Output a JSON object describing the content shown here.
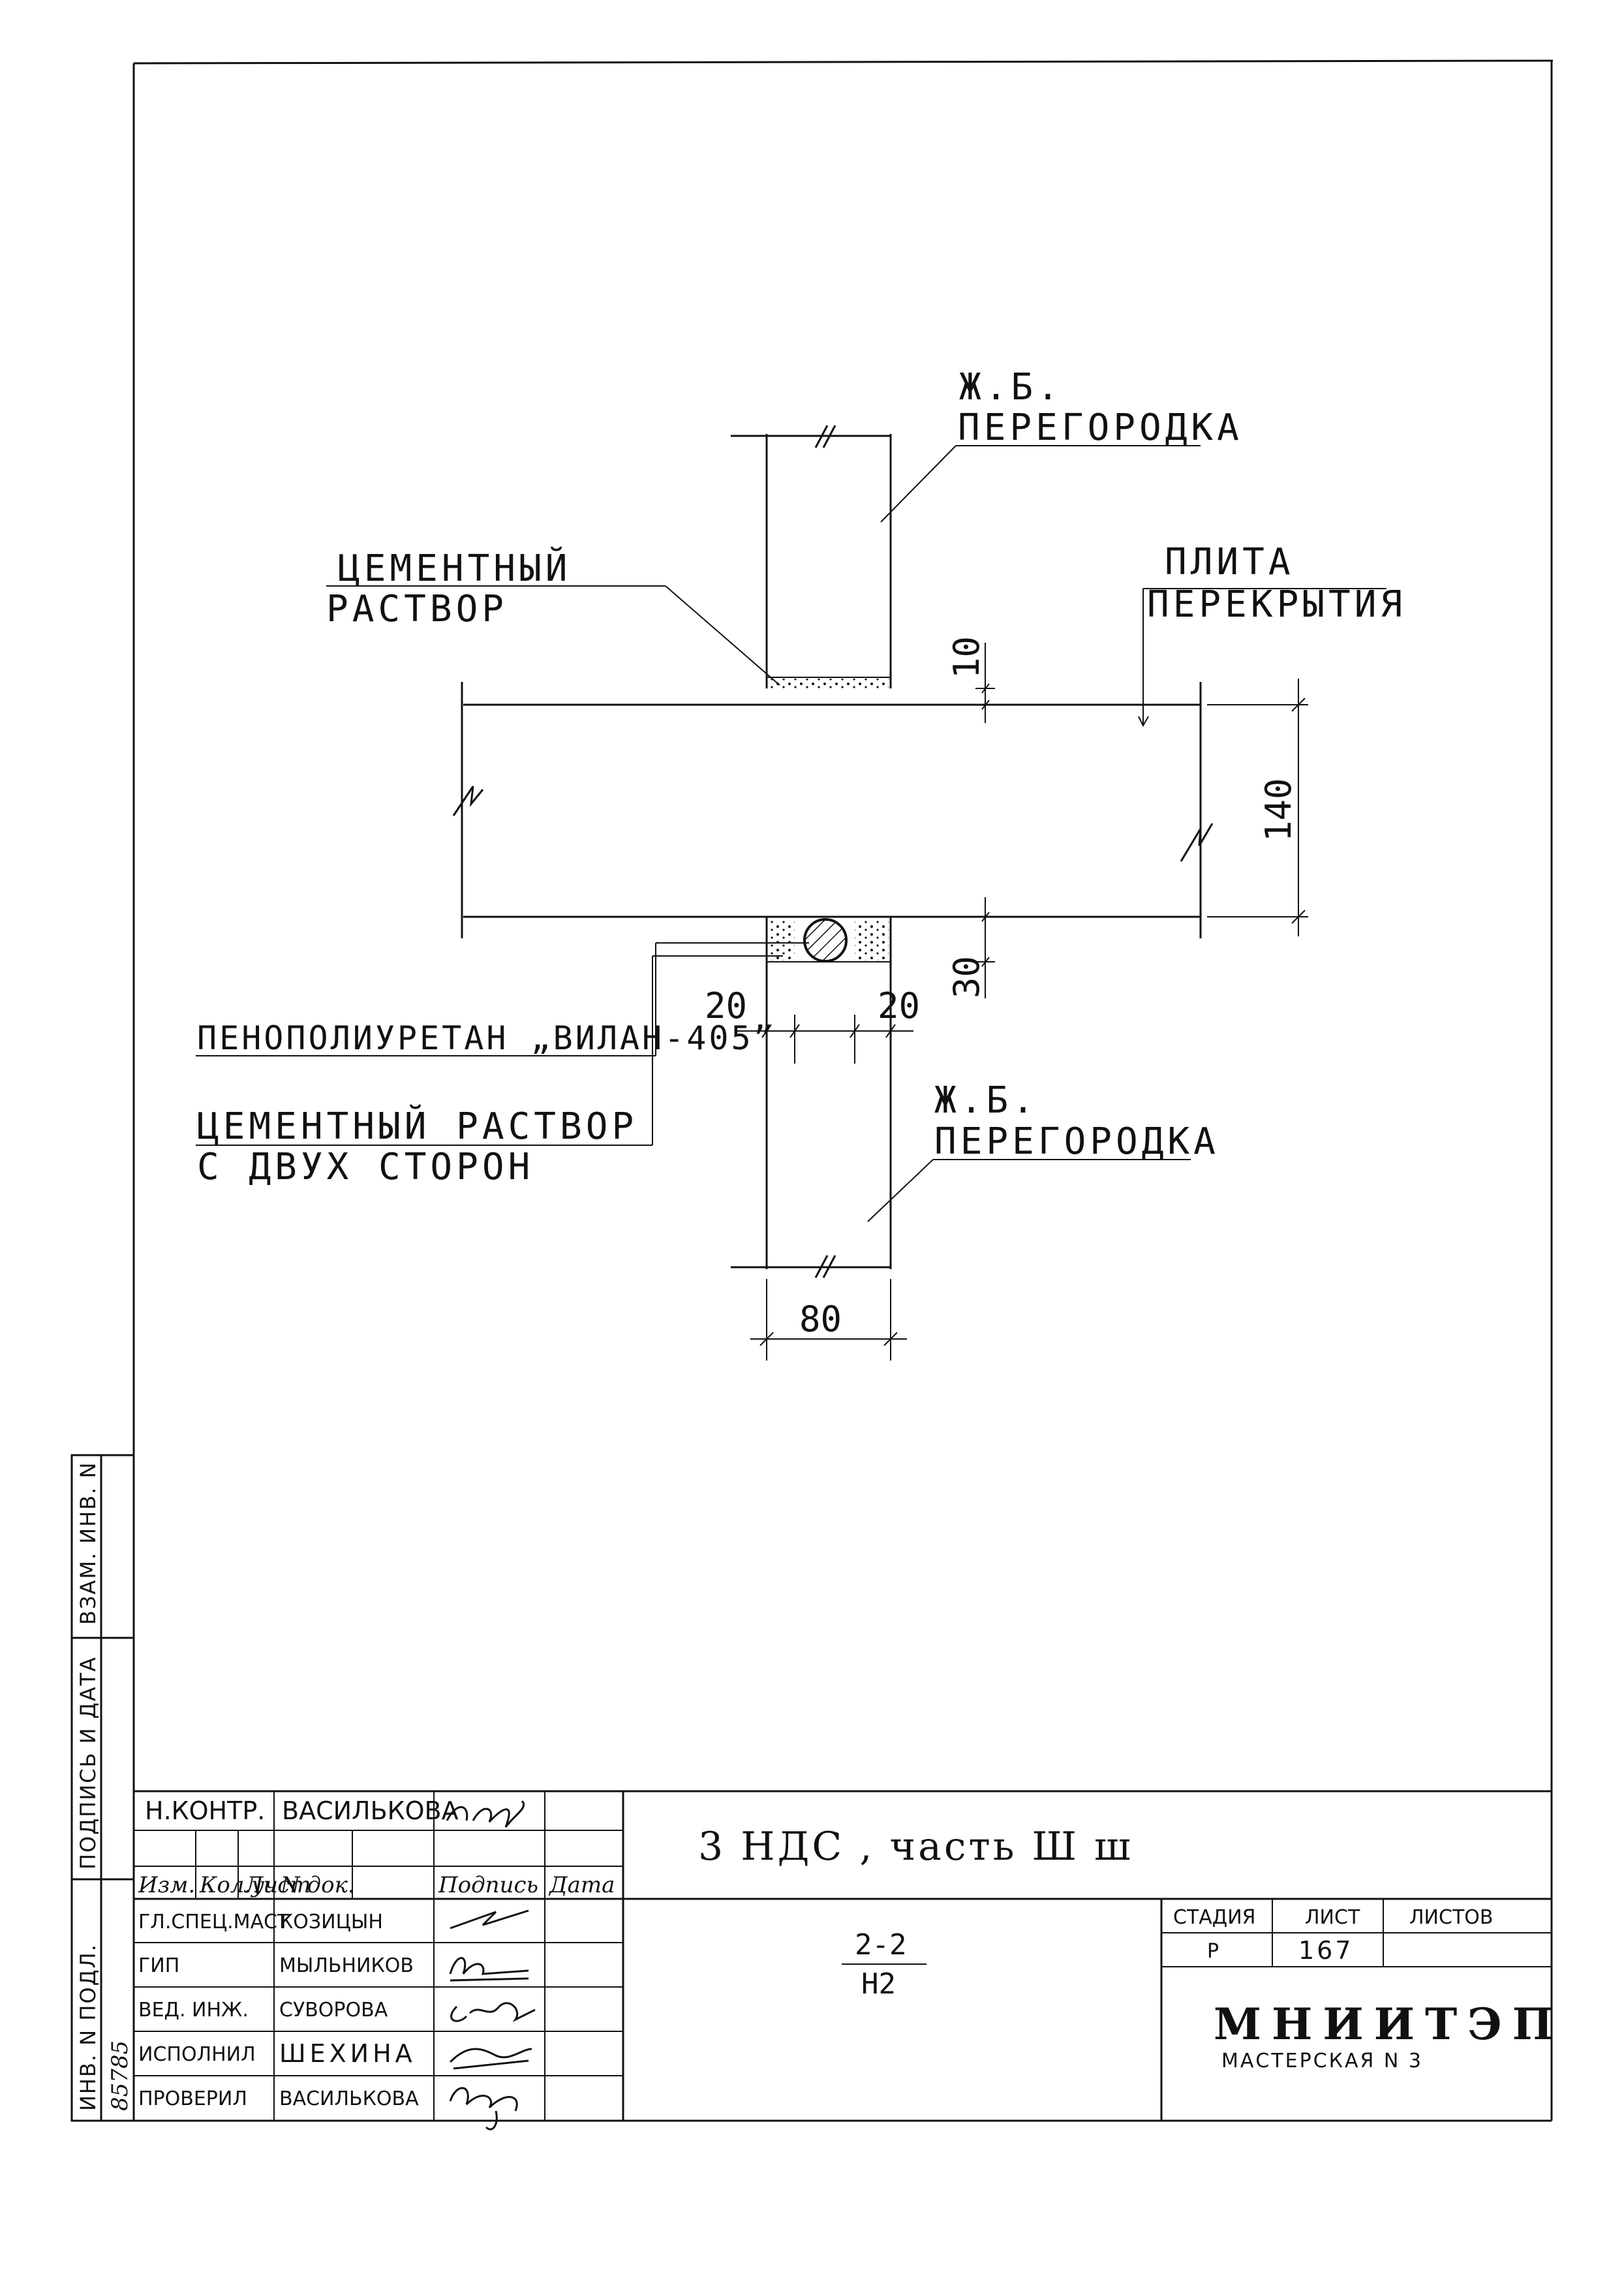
{
  "drawing": {
    "labels": {
      "top_partition_1": "Ж.Б.",
      "top_partition_2": "ПЕРЕГОРОДКА",
      "cement_top_1": "ЦЕМЕНТНЫЙ",
      "cement_top_2": "РАСТВОР",
      "slab_1": "ПЛИТА",
      "slab_2": "ПЕРЕКРЫТИЯ",
      "foam": "ПЕНОПОЛИУРЕТАН „ВИЛАН-405”",
      "cement_bottom_1": "ЦЕМЕНТНЫЙ РАСТВОР",
      "cement_bottom_2": "С ДВУХ СТОРОН",
      "bottom_partition_1": "Ж.Б.",
      "bottom_partition_2": "ПЕРЕГОРОДКА"
    },
    "dimensions": {
      "gap_top": "10",
      "slab_thickness": "140",
      "gap_bottom": "30",
      "side_left": "20",
      "side_right": "20",
      "wall_width": "80"
    }
  },
  "side_stamp": {
    "inv_sub": "ИНВ. N ПОДЛ.",
    "sign_date": "ПОДПИСЬ И ДАТА",
    "vzam": "ВЗАМ. ИНВ. N",
    "inv_number": "85785"
  },
  "title_block": {
    "header_row": {
      "role": "Н.КОНТР.",
      "name": "ВАСИЛЬКОВА"
    },
    "columns": [
      "Изм.",
      "Кол.уч",
      "Лист",
      "N док.",
      "Подпись",
      "Дата"
    ],
    "rows": [
      {
        "role": "ГЛ.СПЕЦ.МАСТ",
        "name": "КОЗИЦЫН"
      },
      {
        "role": "ГИП",
        "name": "МЫЛЬНИКОВ"
      },
      {
        "role": "ВЕД. ИНЖ.",
        "name": "СУВОРОВА"
      },
      {
        "role": "ИСПОЛНИЛ",
        "name": "ШЕХИНА"
      },
      {
        "role": "ПРОВЕРИЛ",
        "name": "ВАСИЛЬКОВА"
      }
    ],
    "project_title": "3 НДС , часть Ш ш",
    "section_numerator": "2-2",
    "section_denominator": "Н2",
    "stage_header": "СТАДИЯ",
    "sheet_header": "ЛИСТ",
    "sheets_header": "ЛИСТОВ",
    "stage": "Р",
    "sheet": "167",
    "sheets": "",
    "org_name": "МНИИТЭП",
    "org_sub": "МАСТЕРСКАЯ N 3"
  }
}
